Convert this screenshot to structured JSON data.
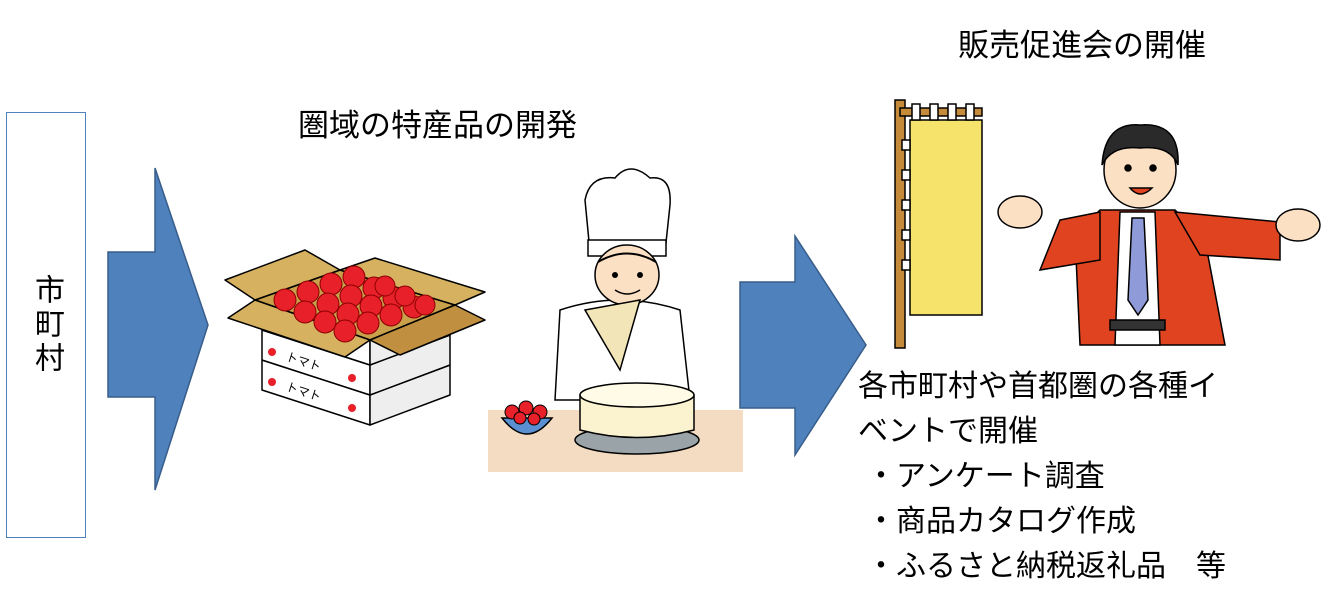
{
  "left_box": {
    "label": "市町村"
  },
  "stage1": {
    "title": "圏域の特産品の開発",
    "box_label": "トマト"
  },
  "stage2": {
    "title": "販売促進会の開催",
    "description_line1": "各市町村や首都圏の各種イ",
    "description_line2": "ベントで開催",
    "bullets": [
      "・アンケート調査",
      "・商品カタログ作成",
      "・ふるさと納税返礼品　等"
    ]
  },
  "colors": {
    "arrow": "#4f81bd",
    "arrow_stroke": "#385d8a",
    "box_border": "#4f81bd",
    "banner": "#f5e36b",
    "happi": "#e0431f",
    "tomato": "#e8202a"
  },
  "icons": [
    "right-arrow-icon",
    "tomato-box-illustration",
    "pastry-chef-illustration",
    "nobori-banner-illustration",
    "salesman-illustration"
  ]
}
